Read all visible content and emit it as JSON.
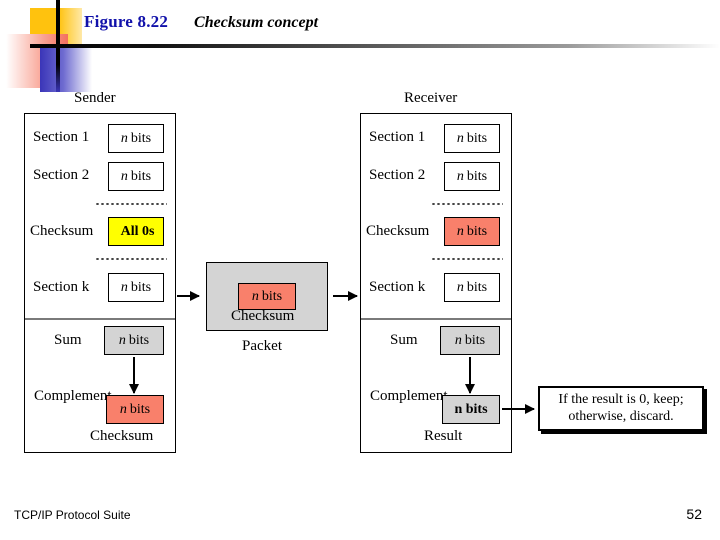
{
  "slide": {
    "figure_number": "Figure 8.22",
    "caption": "Checksum concept",
    "footer_left": "TCP/IP Protocol Suite",
    "page_number": "52"
  },
  "colors": {
    "figure_label": "#1111AA",
    "highlight_yellow": "#FFFF00",
    "checksum_salmon": "#F9806B",
    "box_gray": "#D4D4D4",
    "deco_yellow": "#FFC20E",
    "deco_red": "#F4705E",
    "deco_blue": "#3A35B8"
  },
  "sender": {
    "title": "Sender",
    "rows": [
      {
        "label": "Section 1",
        "value_italic": "n",
        "value": "bits",
        "fill": "white"
      },
      {
        "label": "Section 2",
        "value_italic": "n",
        "value": "bits",
        "fill": "white"
      },
      {
        "label": "Checksum",
        "value_italic": "",
        "value": "All 0s",
        "fill": "yellow"
      },
      {
        "label": "Section k",
        "value_italic": "n",
        "value": "bits",
        "fill": "white"
      }
    ],
    "sum": {
      "label": "Sum",
      "value_italic": "n",
      "value": "bits",
      "fill": "gray"
    },
    "operation": "Complement",
    "result": {
      "value_italic": "n",
      "value": "bits",
      "fill": "salmon",
      "caption": "Checksum"
    }
  },
  "packet": {
    "caption": "Packet",
    "inner_label": "Checksum",
    "inner": {
      "value_italic": "n",
      "value": "bits",
      "fill": "salmon"
    }
  },
  "receiver": {
    "title": "Receiver",
    "rows": [
      {
        "label": "Section 1",
        "value_italic": "n",
        "value": "bits",
        "fill": "white"
      },
      {
        "label": "Section 2",
        "value_italic": "n",
        "value": "bits",
        "fill": "white"
      },
      {
        "label": "Checksum",
        "value_italic": "n",
        "value": "bits",
        "fill": "salmon"
      },
      {
        "label": "Section k",
        "value_italic": "n",
        "value": "bits",
        "fill": "white"
      }
    ],
    "sum": {
      "label": "Sum",
      "value_italic": "n",
      "value": "bits",
      "fill": "gray"
    },
    "operation": "Complement",
    "result": {
      "value": "n bits",
      "fill": "gray",
      "caption": "Result"
    }
  },
  "decision": {
    "line1": "If the result is 0, keep;",
    "line2": "otherwise, discard."
  }
}
